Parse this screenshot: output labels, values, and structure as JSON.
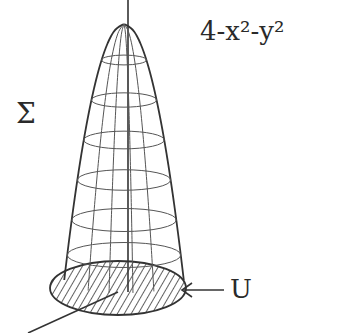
{
  "diagram": {
    "labels": [
      "4-x²-y²",
      "Σ",
      "U"
    ]
  }
}
